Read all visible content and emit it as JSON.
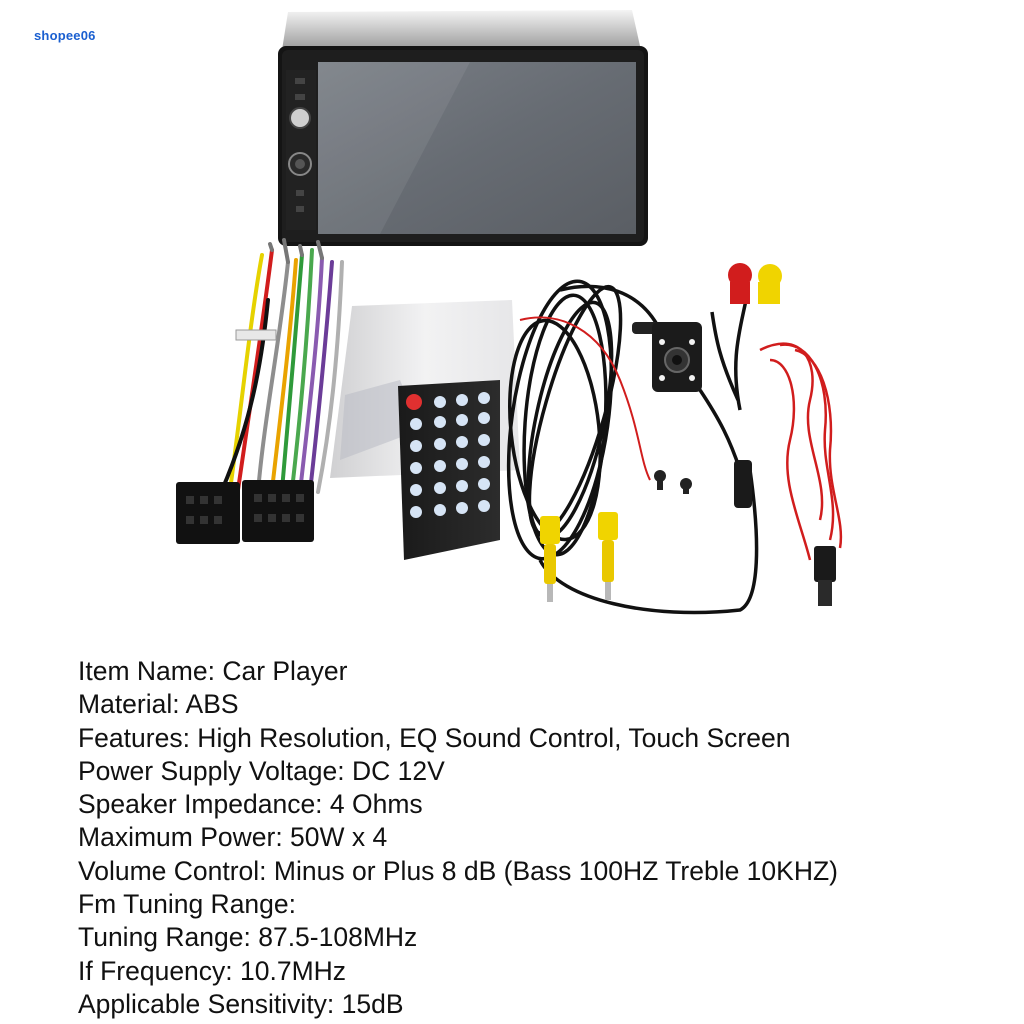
{
  "watermark": "shopee06",
  "product_image": {
    "items": [
      "head-unit",
      "wiring-harness",
      "manual",
      "remote-control",
      "video-cable",
      "backup-camera",
      "screws",
      "power-cable"
    ]
  },
  "specs": [
    "Item Name: Car Player",
    "Material: ABS",
    "Features: High Resolution, EQ Sound Control, Touch Screen",
    "Power Supply Voltage: DC 12V",
    "Speaker Impedance: 4 Ohms",
    "Maximum Power: 50W x 4",
    "Volume Control: Minus or Plus 8 dB (Bass 100HZ Treble 10KHZ)",
    "Fm Tuning Range:",
    "Tuning Range: 87.5-108MHz",
    "If Frequency: 10.7MHz",
    "Applicable Sensitivity: 15dB"
  ]
}
